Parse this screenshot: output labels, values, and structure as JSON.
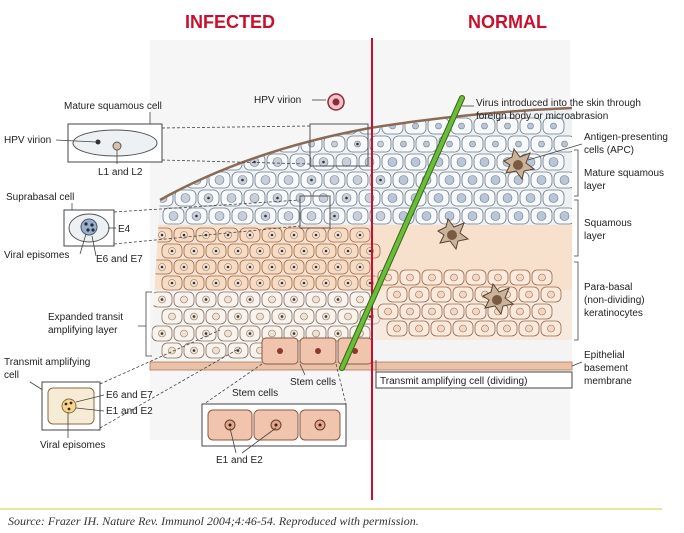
{
  "headings": {
    "infected": "INFECTED",
    "normal": "NORMAL"
  },
  "colors": {
    "infected_heading": "#c8102e",
    "normal_heading": "#c8102e",
    "divider": "#c8102e",
    "needle": "#5aa02c",
    "basal_cell_fill": "#f2d2c0",
    "parabasal_fill": "#f7e3cf",
    "squamous_fill": "#edf0f3",
    "background_tint": "#f4f4f4"
  },
  "labels": {
    "hpv_virion_top": "HPV virion",
    "mature_squamous_cell": "Mature squamous cell",
    "hpv_virion_left": "HPV virion",
    "l1_l2": "L1 and L2",
    "suprabasal_cell": "Suprabasal cell",
    "e4": "E4",
    "viral_episomes_top": "Viral episomes",
    "e6_e7_top": "E6 and E7",
    "expanded_transit_1": "Expanded transit",
    "expanded_transit_2": "amplifying layer",
    "transmit_amplifying_1": "Transmit amplifying",
    "transmit_amplifying_2": "cell",
    "e6_e7_bottom": "E6 and E7",
    "e1_e2_bottom": "E1 and E2",
    "viral_episomes_bottom": "Viral episomes",
    "stem_cells_center": "Stem cells",
    "stem_cells_box": "Stem cells",
    "e1_e2_stem": "E1 and E2",
    "virus_introduced_1": "Virus introduced into the skin through",
    "virus_introduced_2": "foreign body or microabrasion",
    "apc_1": "Antigen-presenting",
    "apc_2": "cells (APC)",
    "mature_squamous_layer_1": "Mature squamous",
    "mature_squamous_layer_2": "layer",
    "squamous_layer_1": "Squamous",
    "squamous_layer_2": "layer",
    "parabasal_1": "Para-basal",
    "parabasal_2": "(non-dividing)",
    "parabasal_3": "keratinocytes",
    "epithelial_1": "Epithelial",
    "epithelial_2": "basement",
    "epithelial_3": "membrane",
    "transmit_dividing": "Transmit amplifying cell (dividing)"
  },
  "source": "Source: Frazer IH. Nature Rev. Immunol 2004;4:46-54.  Reproduced with permission."
}
